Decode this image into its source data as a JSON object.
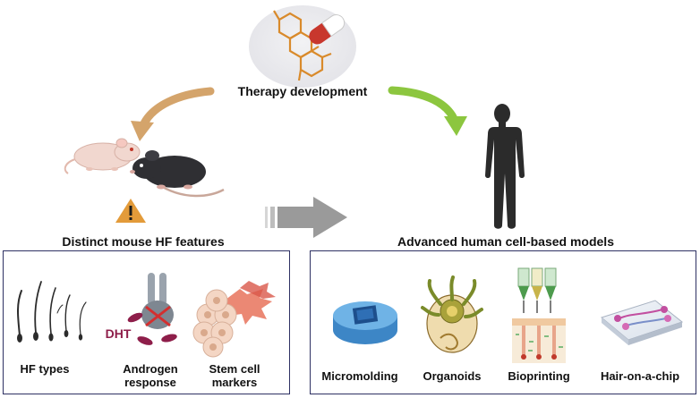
{
  "therapy": {
    "label": "Therapy development"
  },
  "mouse": {
    "label": "Distinct mouse HF features"
  },
  "human": {
    "label": "Advanced human cell-based models"
  },
  "mouse_features": [
    {
      "label": "HF types"
    },
    {
      "label": "Androgen\nresponse",
      "dht": "DHT"
    },
    {
      "label": "Stem cell\nmarkers"
    }
  ],
  "human_models": [
    {
      "label": "Micromolding"
    },
    {
      "label": "Organoids"
    },
    {
      "label": "Bioprinting"
    },
    {
      "label": "Hair-on-a-chip"
    }
  ],
  "colors": {
    "left_arrow": "#d4a46b",
    "right_arrow": "#8cc63f",
    "center_arrow": "#9a9a9a",
    "box_border": "#2e3163",
    "pill_red": "#c8372d",
    "molecule": "#d98a2b",
    "warning": "#e39b3a"
  }
}
